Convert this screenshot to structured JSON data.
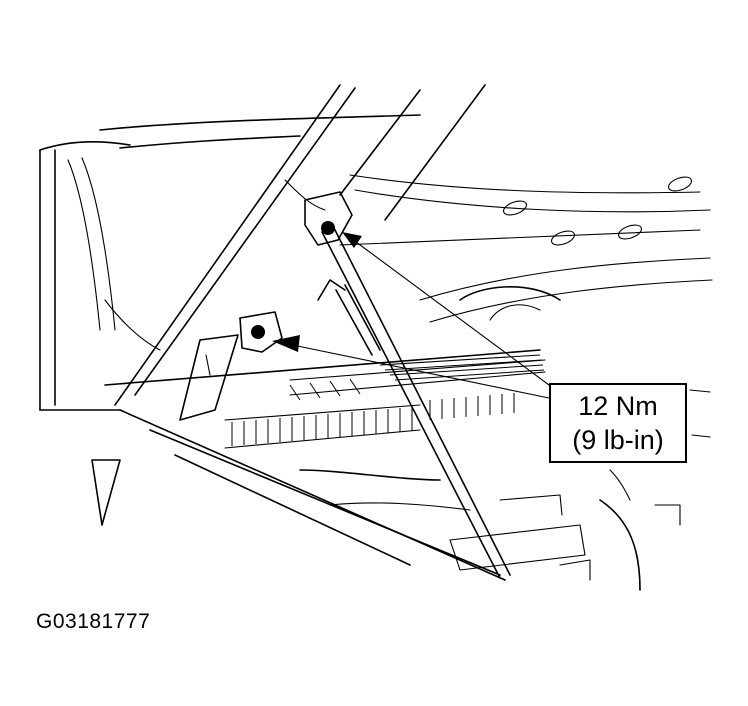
{
  "callout": {
    "torque_nm": "12 Nm",
    "torque_lbin": "(9 lb-in)"
  },
  "figure_id": "G03181777"
}
